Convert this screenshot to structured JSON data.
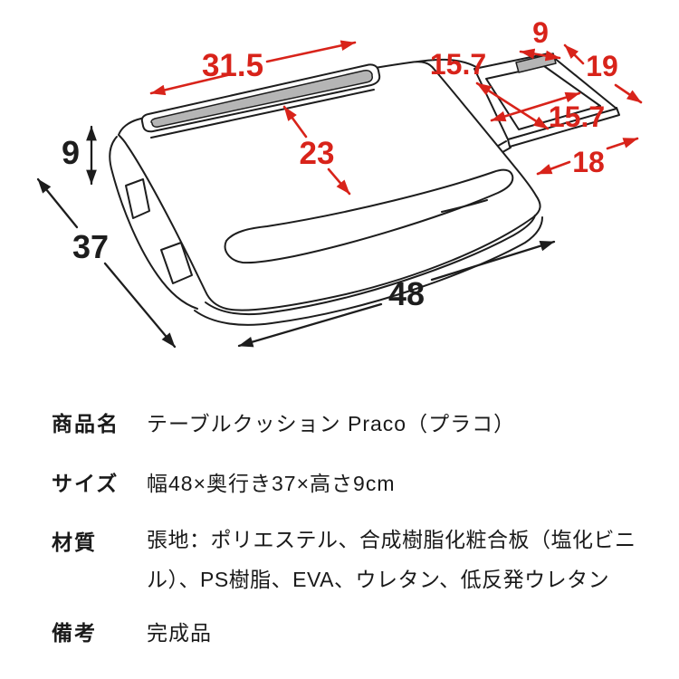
{
  "colors": {
    "dimension_red": "#d8231a",
    "line_black": "#1d1d1d",
    "groove_gray": "#b5b5b5",
    "background": "#ffffff"
  },
  "diagram": {
    "description": "lap desk table cushion with tablet groove and slide-out side tray, dimensions in cm",
    "dims": {
      "groove_width": "31.5",
      "top_depth": "23",
      "tray_inner_depth": "15.7",
      "tray_inner_width": "15.7",
      "tray_strip_width": "9",
      "tray_side_depth": "19",
      "tray_extension": "18",
      "body_height": "9",
      "body_depth": "37",
      "body_width": "48"
    }
  },
  "spec_table": {
    "rows": [
      {
        "label": "商品名",
        "value": "テーブルクッション Praco（プラコ）"
      },
      {
        "label": "サイズ",
        "value": "幅48×奥行き37×高さ9cm"
      },
      {
        "label": "材質",
        "value": "張地：ポリエステル、合成樹脂化粧合板（塩化ビニル）、PS樹脂、EVA、ウレタン、低反発ウレタン"
      },
      {
        "label": "備考",
        "value": "完成品"
      }
    ]
  }
}
